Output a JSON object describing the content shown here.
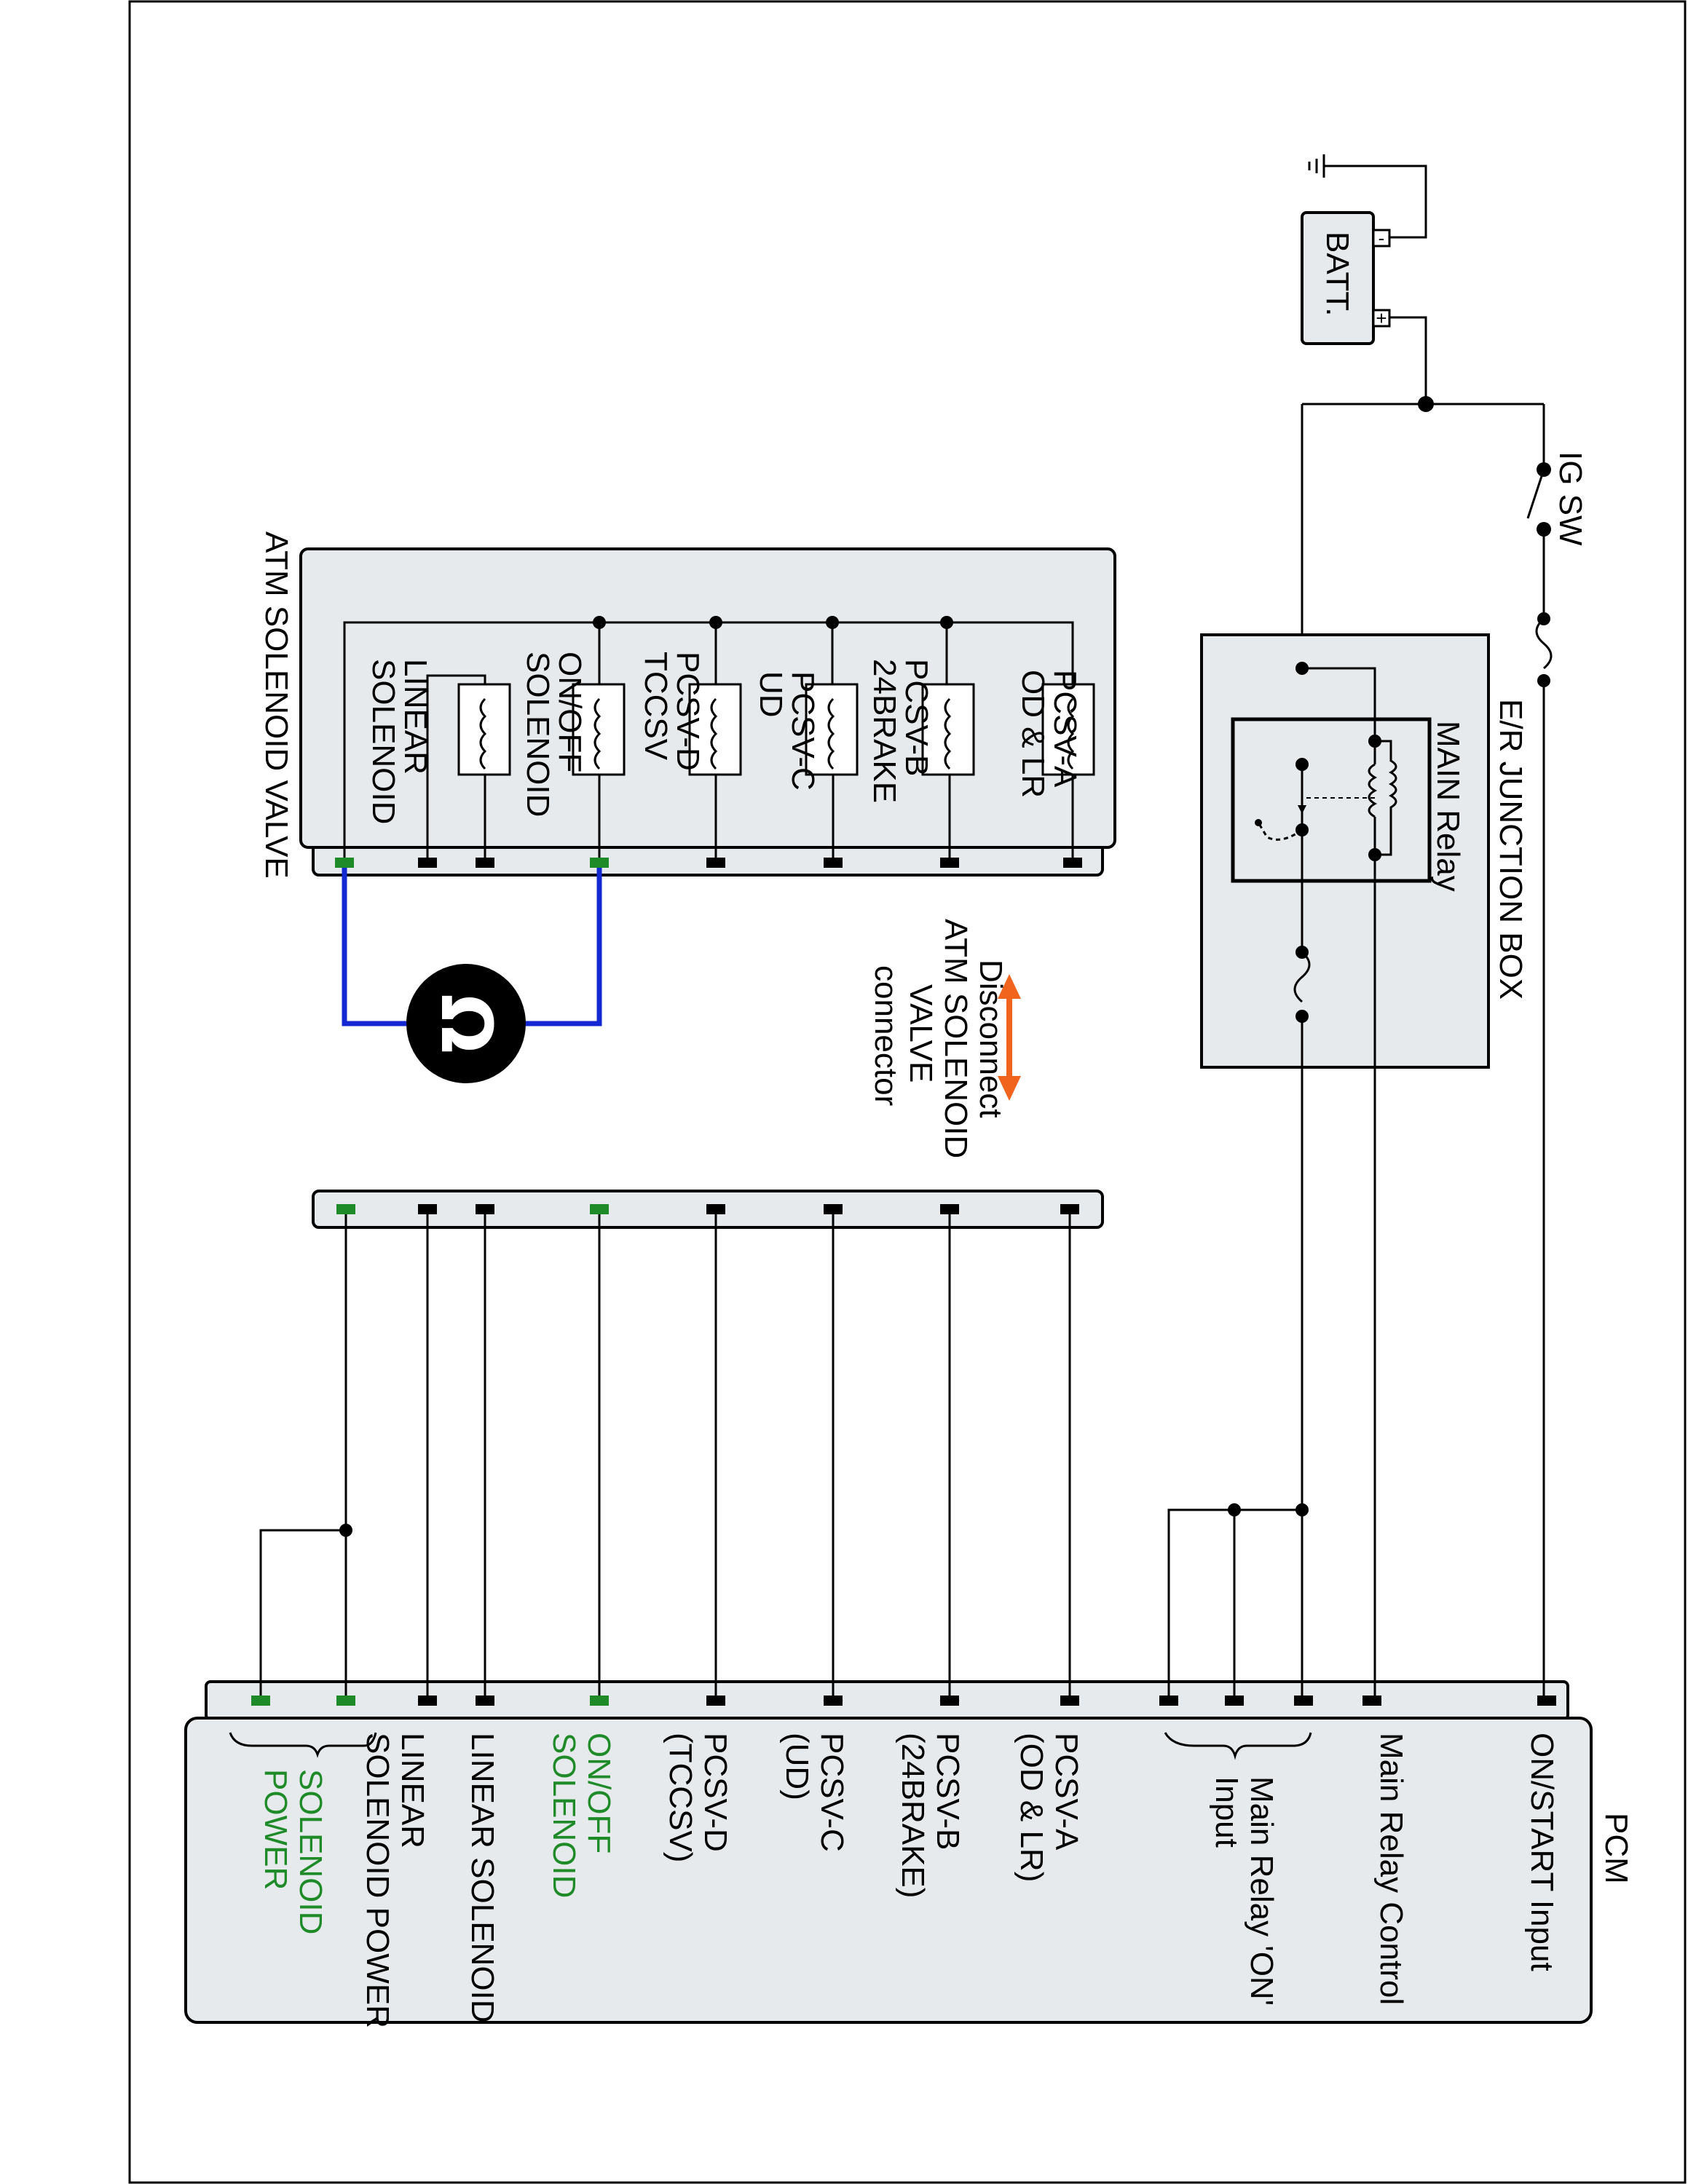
{
  "pcm": {
    "title": "PCM",
    "pins": {
      "on_start": "ON/START Input",
      "main_relay_control": "Main Relay Control",
      "main_relay_on_1": "Main Relay 'ON'",
      "main_relay_on_2": "Input",
      "pcsv_a_1": "PCSV-A",
      "pcsv_a_2": "(OD & LR)",
      "pcsv_b_1": "PCSV-B",
      "pcsv_b_2": "(24BRAKE)",
      "pcsv_c_1": "PCSV-C",
      "pcsv_c_2": "(UD)",
      "pcsv_d_1": "PCSV-D",
      "pcsv_d_2": "(TCCSV)",
      "on_off_1": "ON/OFF",
      "on_off_2": "SOLENOID",
      "linear_solenoid": "LINEAR SOLENOID",
      "linear_power_1": "LINEAR",
      "linear_power_2": "SOLENOID POWER",
      "solenoid_power_1": "SOLENOID",
      "solenoid_power_2": "POWER"
    }
  },
  "battery": {
    "label": "BATT.",
    "neg": "-",
    "pos": "+"
  },
  "ig_switch": {
    "label": "IG SW"
  },
  "junction_box": {
    "title": "E/R JUNCTION BOX",
    "relay_label": "MAIN Relay"
  },
  "atm_valve": {
    "title": "ATM SOLENOID VALVE",
    "solenoids": {
      "pcsv_a_1": "PCSV-A",
      "pcsv_a_2": "OD & LR",
      "pcsv_b_1": "PCSV-B",
      "pcsv_b_2": "24BRAKE",
      "pcsv_c_1": "PCSV-C",
      "pcsv_c_2": "UD",
      "pcsv_d_1": "PCSV-D",
      "pcsv_d_2": "TCCSV",
      "on_off_1": "ON/OFF",
      "on_off_2": "SOLENOID",
      "linear_1": "LINEAR",
      "linear_2": "SOLENOID"
    }
  },
  "disconnect": {
    "line1": "Disconnect",
    "line2": "ATM SOLENOID",
    "line3": "VALVE",
    "line4": "connector"
  },
  "meter": {
    "symbol": "Ω"
  },
  "colors": {
    "highlight_green": "#1e8a28",
    "probe_blue": "#1428d2",
    "arrow_orange": "#f0641e",
    "box_fill": "#e6eaec"
  }
}
